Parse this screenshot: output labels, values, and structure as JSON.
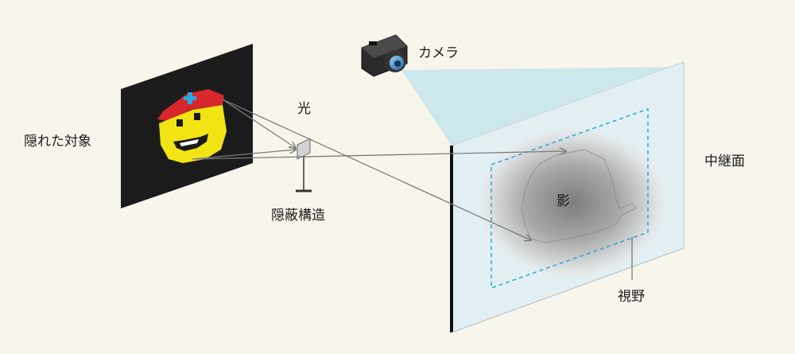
{
  "labels": {
    "hidden_object": "隠れた対象",
    "light": "光",
    "occluder": "隠蔽構造",
    "camera": "カメラ",
    "relay_surface": "中継面",
    "shadow": "影",
    "field_of_view": "視野"
  },
  "colors": {
    "background": "#f8f6ec",
    "hidden_panel": "#1b1b1b",
    "face_yellow": "#f2e414",
    "cap_red": "#d7262c",
    "cap_cross": "#29a7e0",
    "relay_surface": "#eef4f6",
    "camera_beam": "#bfe3ee",
    "fov_dash": "#2ea3d6",
    "ray": "#7a7a7a"
  },
  "icons": {
    "camera": "camera-icon",
    "face": "pixel-smiley-icon"
  }
}
